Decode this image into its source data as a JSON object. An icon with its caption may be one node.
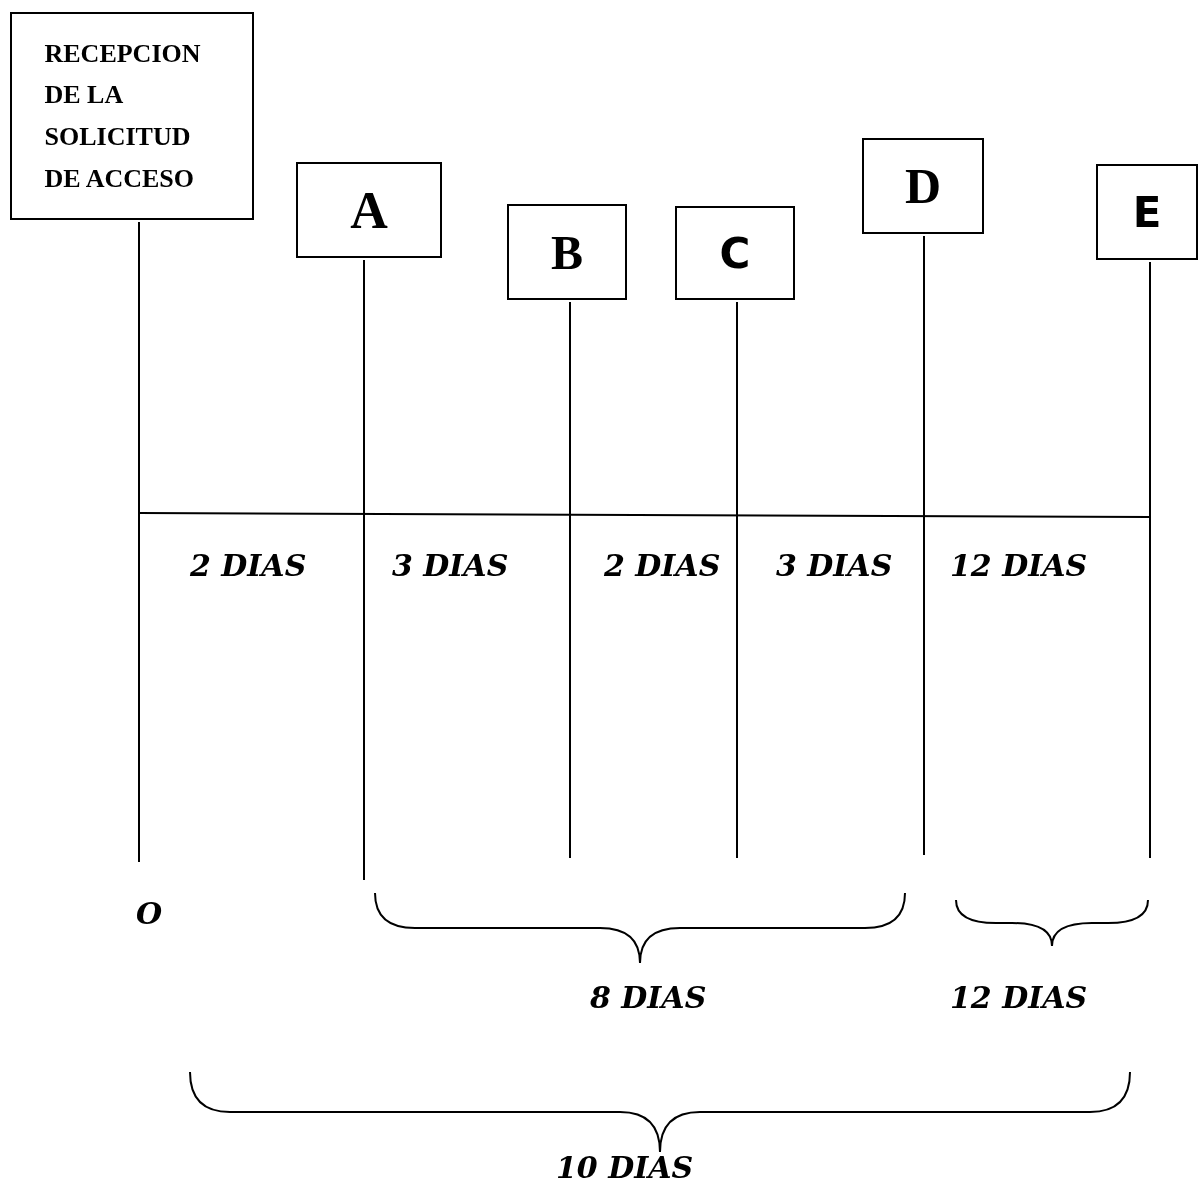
{
  "diagram": {
    "nodes": [
      {
        "text": [
          "RECEPCION DE LA SOLICITUD DE ACCESO"
        ]
      },
      {
        "text": [
          "A"
        ]
      },
      {
        "text": [
          "B"
        ]
      },
      {
        "text": [
          "C"
        ]
      },
      {
        "text": [
          "D"
        ]
      },
      {
        "text": [
          "E"
        ]
      }
    ],
    "edges": [],
    "labels": [
      "2 DIAS",
      "3 DIAS",
      "2 DIAS",
      "3 DIAS",
      "12 DIAS",
      "O",
      "8 DIAS",
      "12 DIAS",
      "10 DIAS"
    ]
  }
}
